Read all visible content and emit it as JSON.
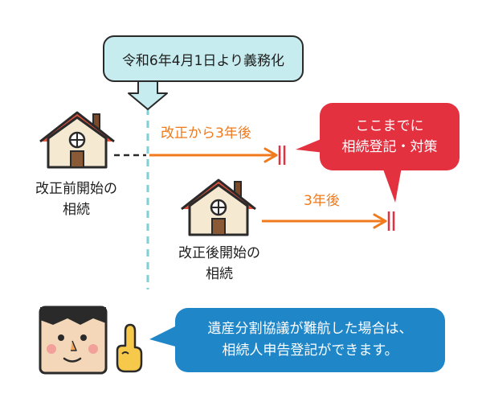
{
  "callout": {
    "text": "令和6年4月1日より義務化"
  },
  "houses": [
    {
      "line1": "改正前開始の",
      "line2": "相続"
    },
    {
      "line1": "改正後開始の",
      "line2": "相続"
    }
  ],
  "arrows": [
    {
      "label": "改正から3年後"
    },
    {
      "label": "3年後"
    }
  ],
  "deadline": {
    "line1": "ここまでに",
    "line2": "相続登記・対策"
  },
  "note": {
    "line1": "遺産分割協議が難航した場合は、",
    "line2": "相続人申告登記ができます。"
  },
  "colors": {
    "accent_orange": "#f07a1c",
    "bubble_red": "#e43140",
    "bubble_blue": "#1f86c8",
    "callout_fill": "#c6ecef",
    "dashed_line": "#7fcfd6",
    "roof_red": "#e0533e",
    "wall_cream": "#f6e9d2"
  },
  "icons": [
    "house-icon",
    "down-arrow-icon",
    "person-icon",
    "pointing-finger-icon"
  ]
}
